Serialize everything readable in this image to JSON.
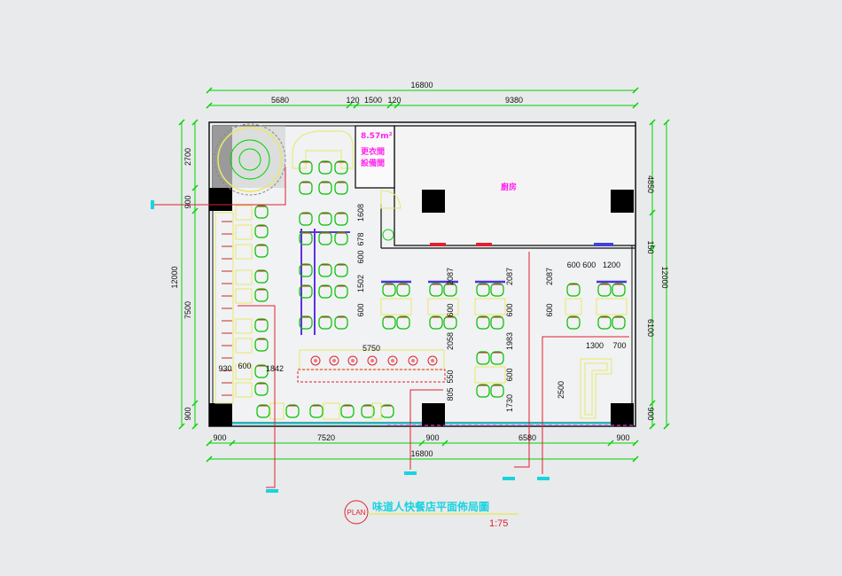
{
  "drawing": {
    "title": "味道人快餐店平面佈局圖",
    "scale": "1:75",
    "plan_badge": "PLAN",
    "rooms": {
      "changing_area": "8.57m²",
      "changing_room": "更衣間",
      "equipment_room": "設備間",
      "kitchen": "廚房"
    },
    "dimensions": {
      "top_total": "16800",
      "top": [
        "5680",
        "120",
        "1500",
        "120",
        "9380"
      ],
      "left": [
        "2700",
        "900",
        "12000",
        "7500",
        "900"
      ],
      "right": [
        "4850",
        "150",
        "12000",
        "6100",
        "900"
      ],
      "bottom": [
        "900",
        "7520",
        "900",
        "6580",
        "900"
      ],
      "bottom_total": "16800",
      "interior": {
        "col_a": [
          "1608",
          "678",
          "600",
          "1502",
          "600"
        ],
        "col_b": [
          "2087",
          "600",
          "2058",
          "550",
          "805"
        ],
        "col_c": [
          "2087",
          "600",
          "1983",
          "600",
          "1730"
        ],
        "col_d": [
          "2087",
          "600"
        ],
        "top_right": [
          "600 600",
          "1200"
        ],
        "counter": [
          "1300",
          "700",
          "2500"
        ],
        "bar": "5750",
        "left_row": [
          "930",
          "600",
          "1842"
        ]
      }
    },
    "colors": {
      "dimension": "#00d400",
      "wall": "#111111",
      "furniture": "#e8e86a",
      "annotation": "#e02030",
      "room_label": "#ff22ee",
      "title": "#19d3e0"
    }
  }
}
